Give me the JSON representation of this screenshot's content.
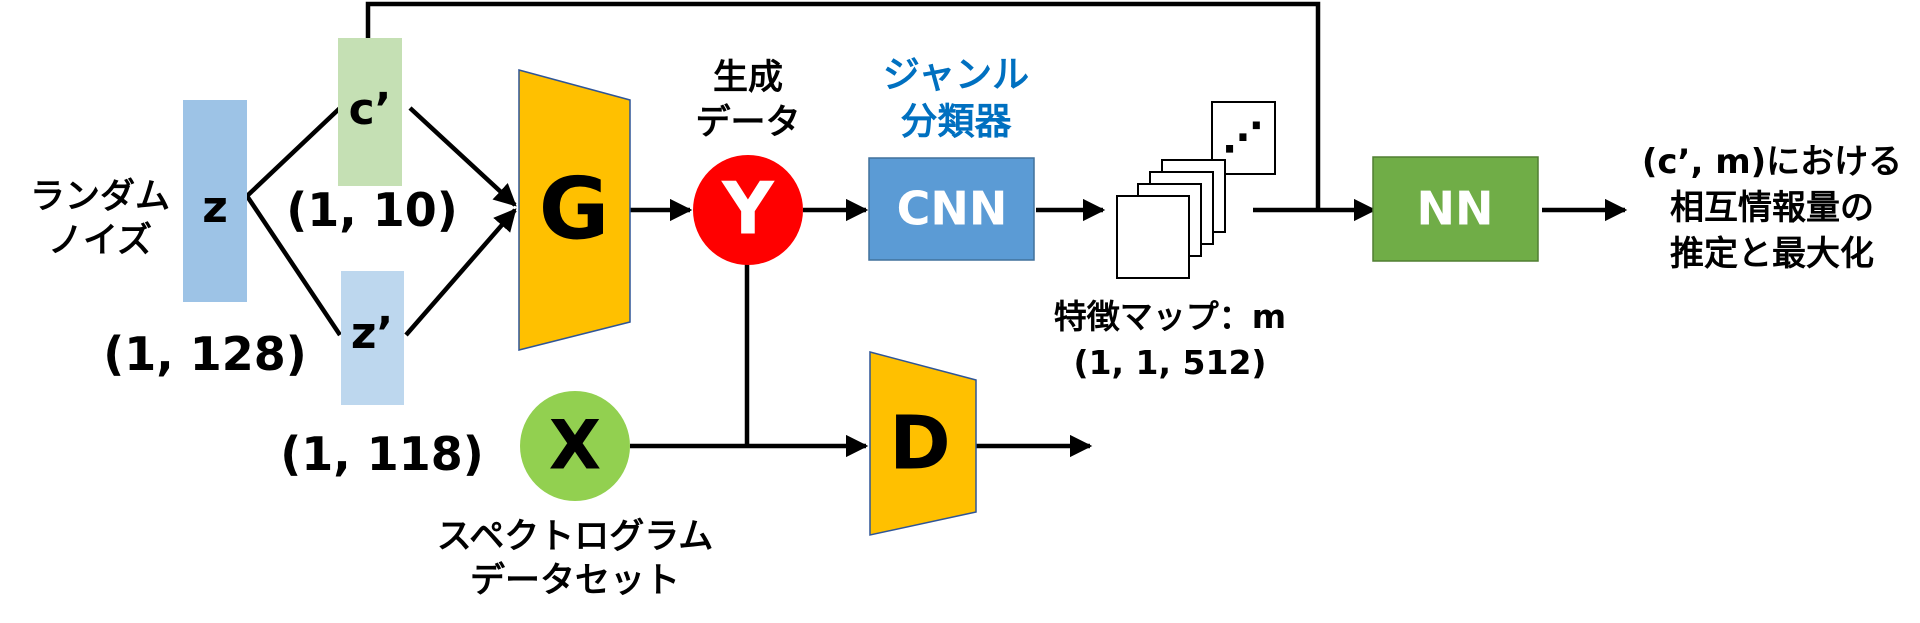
{
  "colors": {
    "z_block": "#9dc3e6",
    "c_block": "#c5e0b4",
    "zprime_block": "#bdd7ee",
    "generator": "#ffc000",
    "y_node": "#ff0000",
    "x_node": "#92d050",
    "cnn_block": "#5b9bd5",
    "nn_block": "#70ad47",
    "discriminator": "#ffc000",
    "genre_text": "#0070c0",
    "line": "#000000"
  },
  "noise": {
    "label_line1": "ランダム",
    "label_line2": "ノイズ",
    "block": "z",
    "dim": "(1, 128)"
  },
  "cprime": {
    "block": "c’",
    "dim": "(1, 10)"
  },
  "zprime": {
    "block": "z’",
    "dim": "(1, 118)"
  },
  "generator": {
    "label": "G"
  },
  "generated": {
    "caption_line1": "生成",
    "caption_line2": "データ",
    "node": "Y"
  },
  "real": {
    "node": "X",
    "caption_line1": "スペクトログラム",
    "caption_line2": "データセット"
  },
  "discriminator": {
    "label": "D"
  },
  "classifier": {
    "title_line1": "ジャンル",
    "title_line2": "分類器",
    "block": "CNN"
  },
  "feature_map": {
    "label": "特徴マップ：m",
    "dim": "(1, 1, 512)",
    "ellipsis": "⋰"
  },
  "nn": {
    "label": "NN"
  },
  "output": {
    "line1": "(c’, m)における",
    "line2": "相互情報量の",
    "line3": "推定と最大化"
  }
}
